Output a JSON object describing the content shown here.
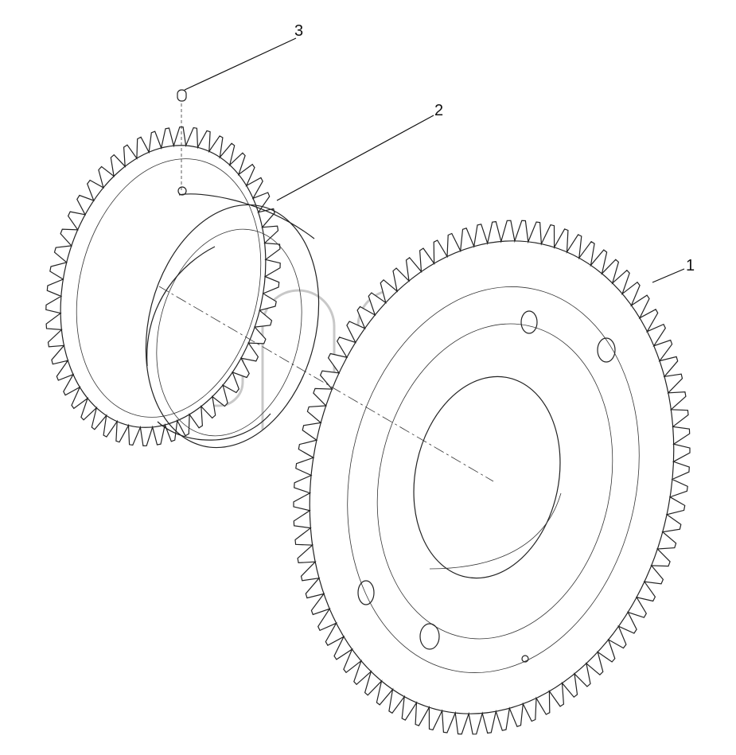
{
  "diagram": {
    "callouts": [
      {
        "id": "gear",
        "label": "1"
      },
      {
        "id": "sleeve",
        "label": "2"
      },
      {
        "id": "pin",
        "label": "3"
      }
    ]
  }
}
